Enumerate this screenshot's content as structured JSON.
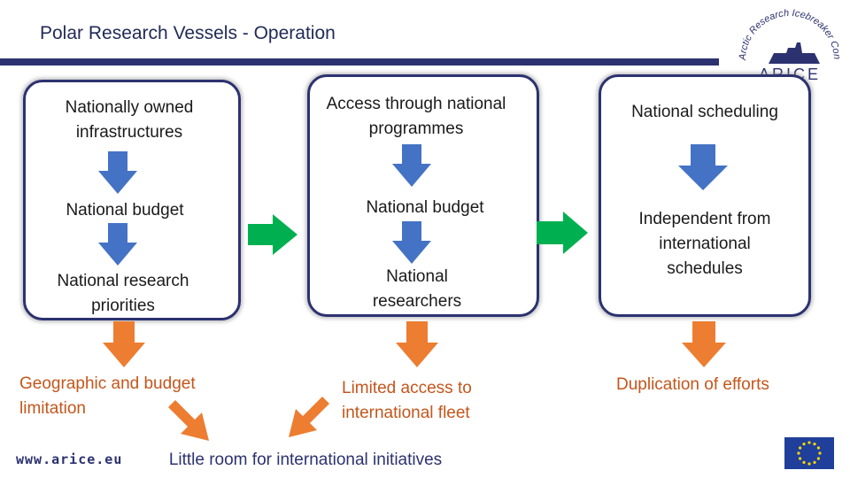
{
  "header": {
    "title": "Polar Research Vessels - Operation"
  },
  "logo": {
    "arc_text": "Arctic Research Icebreaker Consortium",
    "wordmark": "ARICE"
  },
  "columns": [
    {
      "items": [
        "Nationally owned infrastructures",
        "National budget",
        "National research priorities"
      ],
      "consequence": "Geographic and budget limitation"
    },
    {
      "items": [
        "Access through national programmes",
        "National budget",
        "National researchers"
      ],
      "consequence": "Limited access to international fleet"
    },
    {
      "items": [
        "National scheduling",
        "Independent from international schedules"
      ],
      "consequence": "Duplication of efforts"
    }
  ],
  "conclusion": "Little room for international initiatives",
  "footer": {
    "url": "www.arice.eu"
  },
  "colors": {
    "navy": "#2c3270",
    "blue_arrow": "#4472c4",
    "green_arrow": "#00b050",
    "orange_arrow": "#ed7d31",
    "orange_text": "#c4561b"
  }
}
